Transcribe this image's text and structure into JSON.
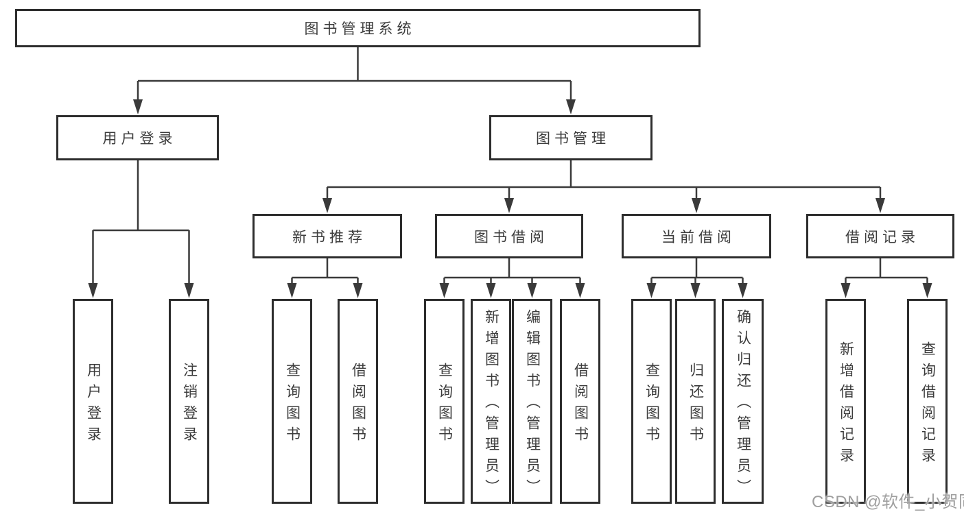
{
  "tree": {
    "root": "图书管理系统",
    "level2": [
      "用户登录",
      "图书管理"
    ],
    "level3": [
      "新书推荐",
      "图书借阅",
      "当前借阅",
      "借阅记录"
    ],
    "leaves": {
      "user_login": [
        "用户登录",
        "注销登录"
      ],
      "new_books": [
        "查询图书",
        "借阅图书"
      ],
      "book_borrow": [
        "查询图书",
        "新增图书（管理员）",
        "编辑图书（管理员）",
        "借阅图书"
      ],
      "current_borrow": [
        "查询图书",
        "归还图书",
        "确认归还（管理员）"
      ],
      "borrow_records": [
        "新增借阅记录",
        "查询借阅记录"
      ]
    }
  },
  "watermark": {
    "text": "CSDN @软件_小贺同学"
  },
  "colors": {
    "line": "#3a3a3a",
    "box_border": "#2d2d2d",
    "text": "#3c3c3c",
    "watermark": "#9f9f9f",
    "background": "#ffffff"
  }
}
